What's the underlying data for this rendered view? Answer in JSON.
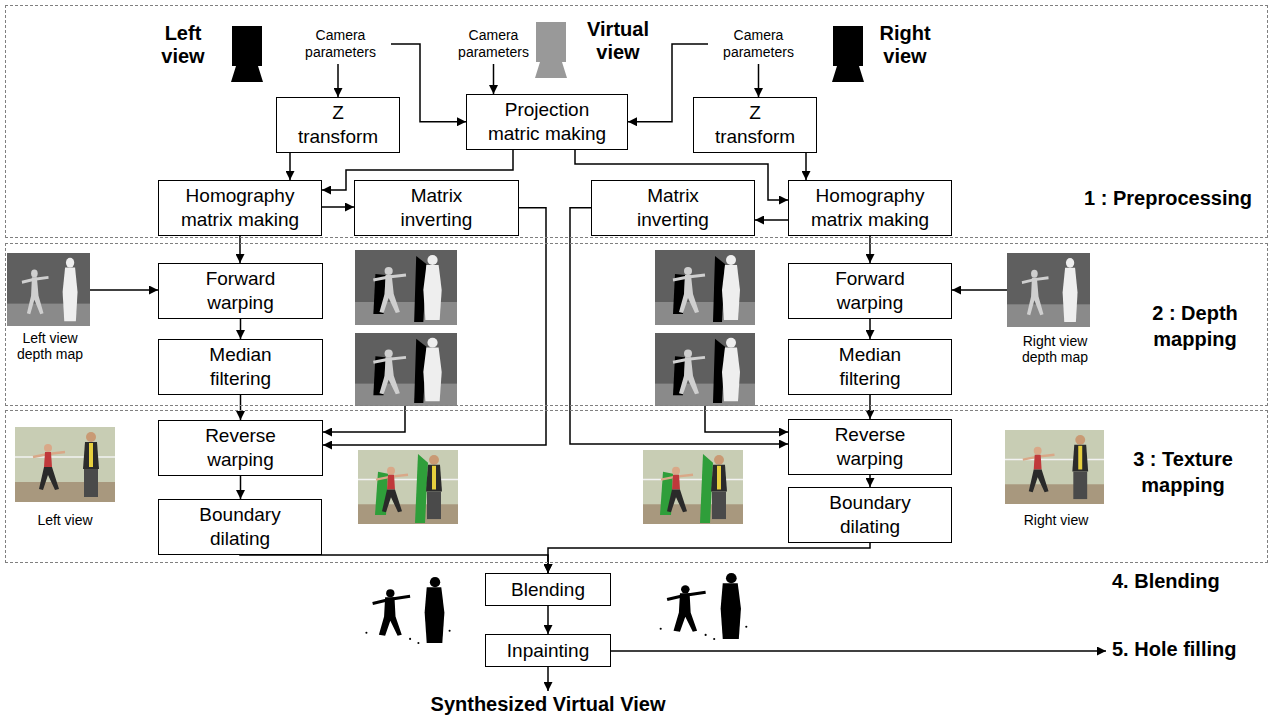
{
  "diagram": {
    "nodes": [
      {
        "text": [
          "1 : Preprocessing"
        ]
      },
      {
        "text": [
          "Camera parameters"
        ],
        "in": 0
      },
      {
        "text": [
          "Camera parameters"
        ],
        "in": 0
      },
      {
        "text": [
          "Camera parameters"
        ],
        "in": 0
      },
      {
        "text": [
          "Z transform"
        ],
        "in": 0
      },
      {
        "text": [
          "Projection matric making"
        ],
        "in": 0
      },
      {
        "text": [
          "Z transform"
        ],
        "in": 0
      },
      {
        "text": [
          "Homography matrix making"
        ],
        "in": 0
      },
      {
        "text": [
          "Matrix inverting"
        ],
        "in": 0
      },
      {
        "text": [
          "Matrix inverting"
        ],
        "in": 0
      },
      {
        "text": [
          "Homography matrix making"
        ],
        "in": 0
      },
      {
        "text": [
          "2 : Depth mapping"
        ]
      },
      {
        "text": [
          "Forward warping"
        ],
        "in": 11
      },
      {
        "text": [
          "Median filtering"
        ],
        "in": 11
      },
      {
        "text": [
          "Forward warping"
        ],
        "in": 11
      },
      {
        "text": [
          "Median filtering"
        ],
        "in": 11
      },
      {
        "text": [
          "3 : Texture mapping"
        ]
      },
      {
        "text": [
          "Reverse warping"
        ],
        "in": 16
      },
      {
        "text": [
          "Boundary dilating"
        ],
        "in": 16
      },
      {
        "text": [
          "Reverse warping"
        ],
        "in": 16
      },
      {
        "text": [
          "Boundary dilating"
        ],
        "in": 16
      },
      {
        "text": [
          "Blending"
        ]
      },
      {
        "text": [
          "Inpainting"
        ]
      }
    ],
    "edges": [
      {
        "from": 1,
        "to": 4,
        "arrow": "to"
      },
      {
        "from": 1,
        "to": 5,
        "arrow": "to"
      },
      {
        "from": 2,
        "to": 5,
        "arrow": "to"
      },
      {
        "from": 3,
        "to": 6,
        "arrow": "to"
      },
      {
        "from": 3,
        "to": 5,
        "arrow": "to"
      },
      {
        "from": 4,
        "to": 7,
        "arrow": "to"
      },
      {
        "from": 5,
        "to": 7,
        "arrow": "to"
      },
      {
        "from": 5,
        "to": 10,
        "arrow": "to"
      },
      {
        "from": 6,
        "to": 10,
        "arrow": "to"
      },
      {
        "from": 7,
        "to": 8,
        "arrow": "to"
      },
      {
        "from": 10,
        "to": 9,
        "arrow": "to"
      },
      {
        "from": 7,
        "to": 12,
        "arrow": "to"
      },
      {
        "from": 12,
        "to": 13,
        "arrow": "to"
      },
      {
        "from": 13,
        "to": 17,
        "arrow": "to"
      },
      {
        "from": 8,
        "to": 17,
        "arrow": "to"
      },
      {
        "from": 10,
        "to": 14,
        "arrow": "to"
      },
      {
        "from": 14,
        "to": 15,
        "arrow": "to"
      },
      {
        "from": 15,
        "to": 19,
        "arrow": "to"
      },
      {
        "from": 9,
        "to": 19,
        "arrow": "to"
      },
      {
        "from": 17,
        "to": 18,
        "arrow": "to"
      },
      {
        "from": 19,
        "to": 20,
        "arrow": "to"
      },
      {
        "from": 18,
        "to": 21,
        "arrow": "to"
      },
      {
        "from": 20,
        "to": 21,
        "arrow": "to"
      },
      {
        "from": 21,
        "to": 22,
        "arrow": "to"
      }
    ],
    "labels": [
      "Left view",
      "Virtual view",
      "Right view",
      "Left view depth map",
      "Right view depth map",
      "Left view",
      "Right view",
      "4. Blending",
      "5. Hole filling",
      "Synthesized Virtual View"
    ]
  }
}
